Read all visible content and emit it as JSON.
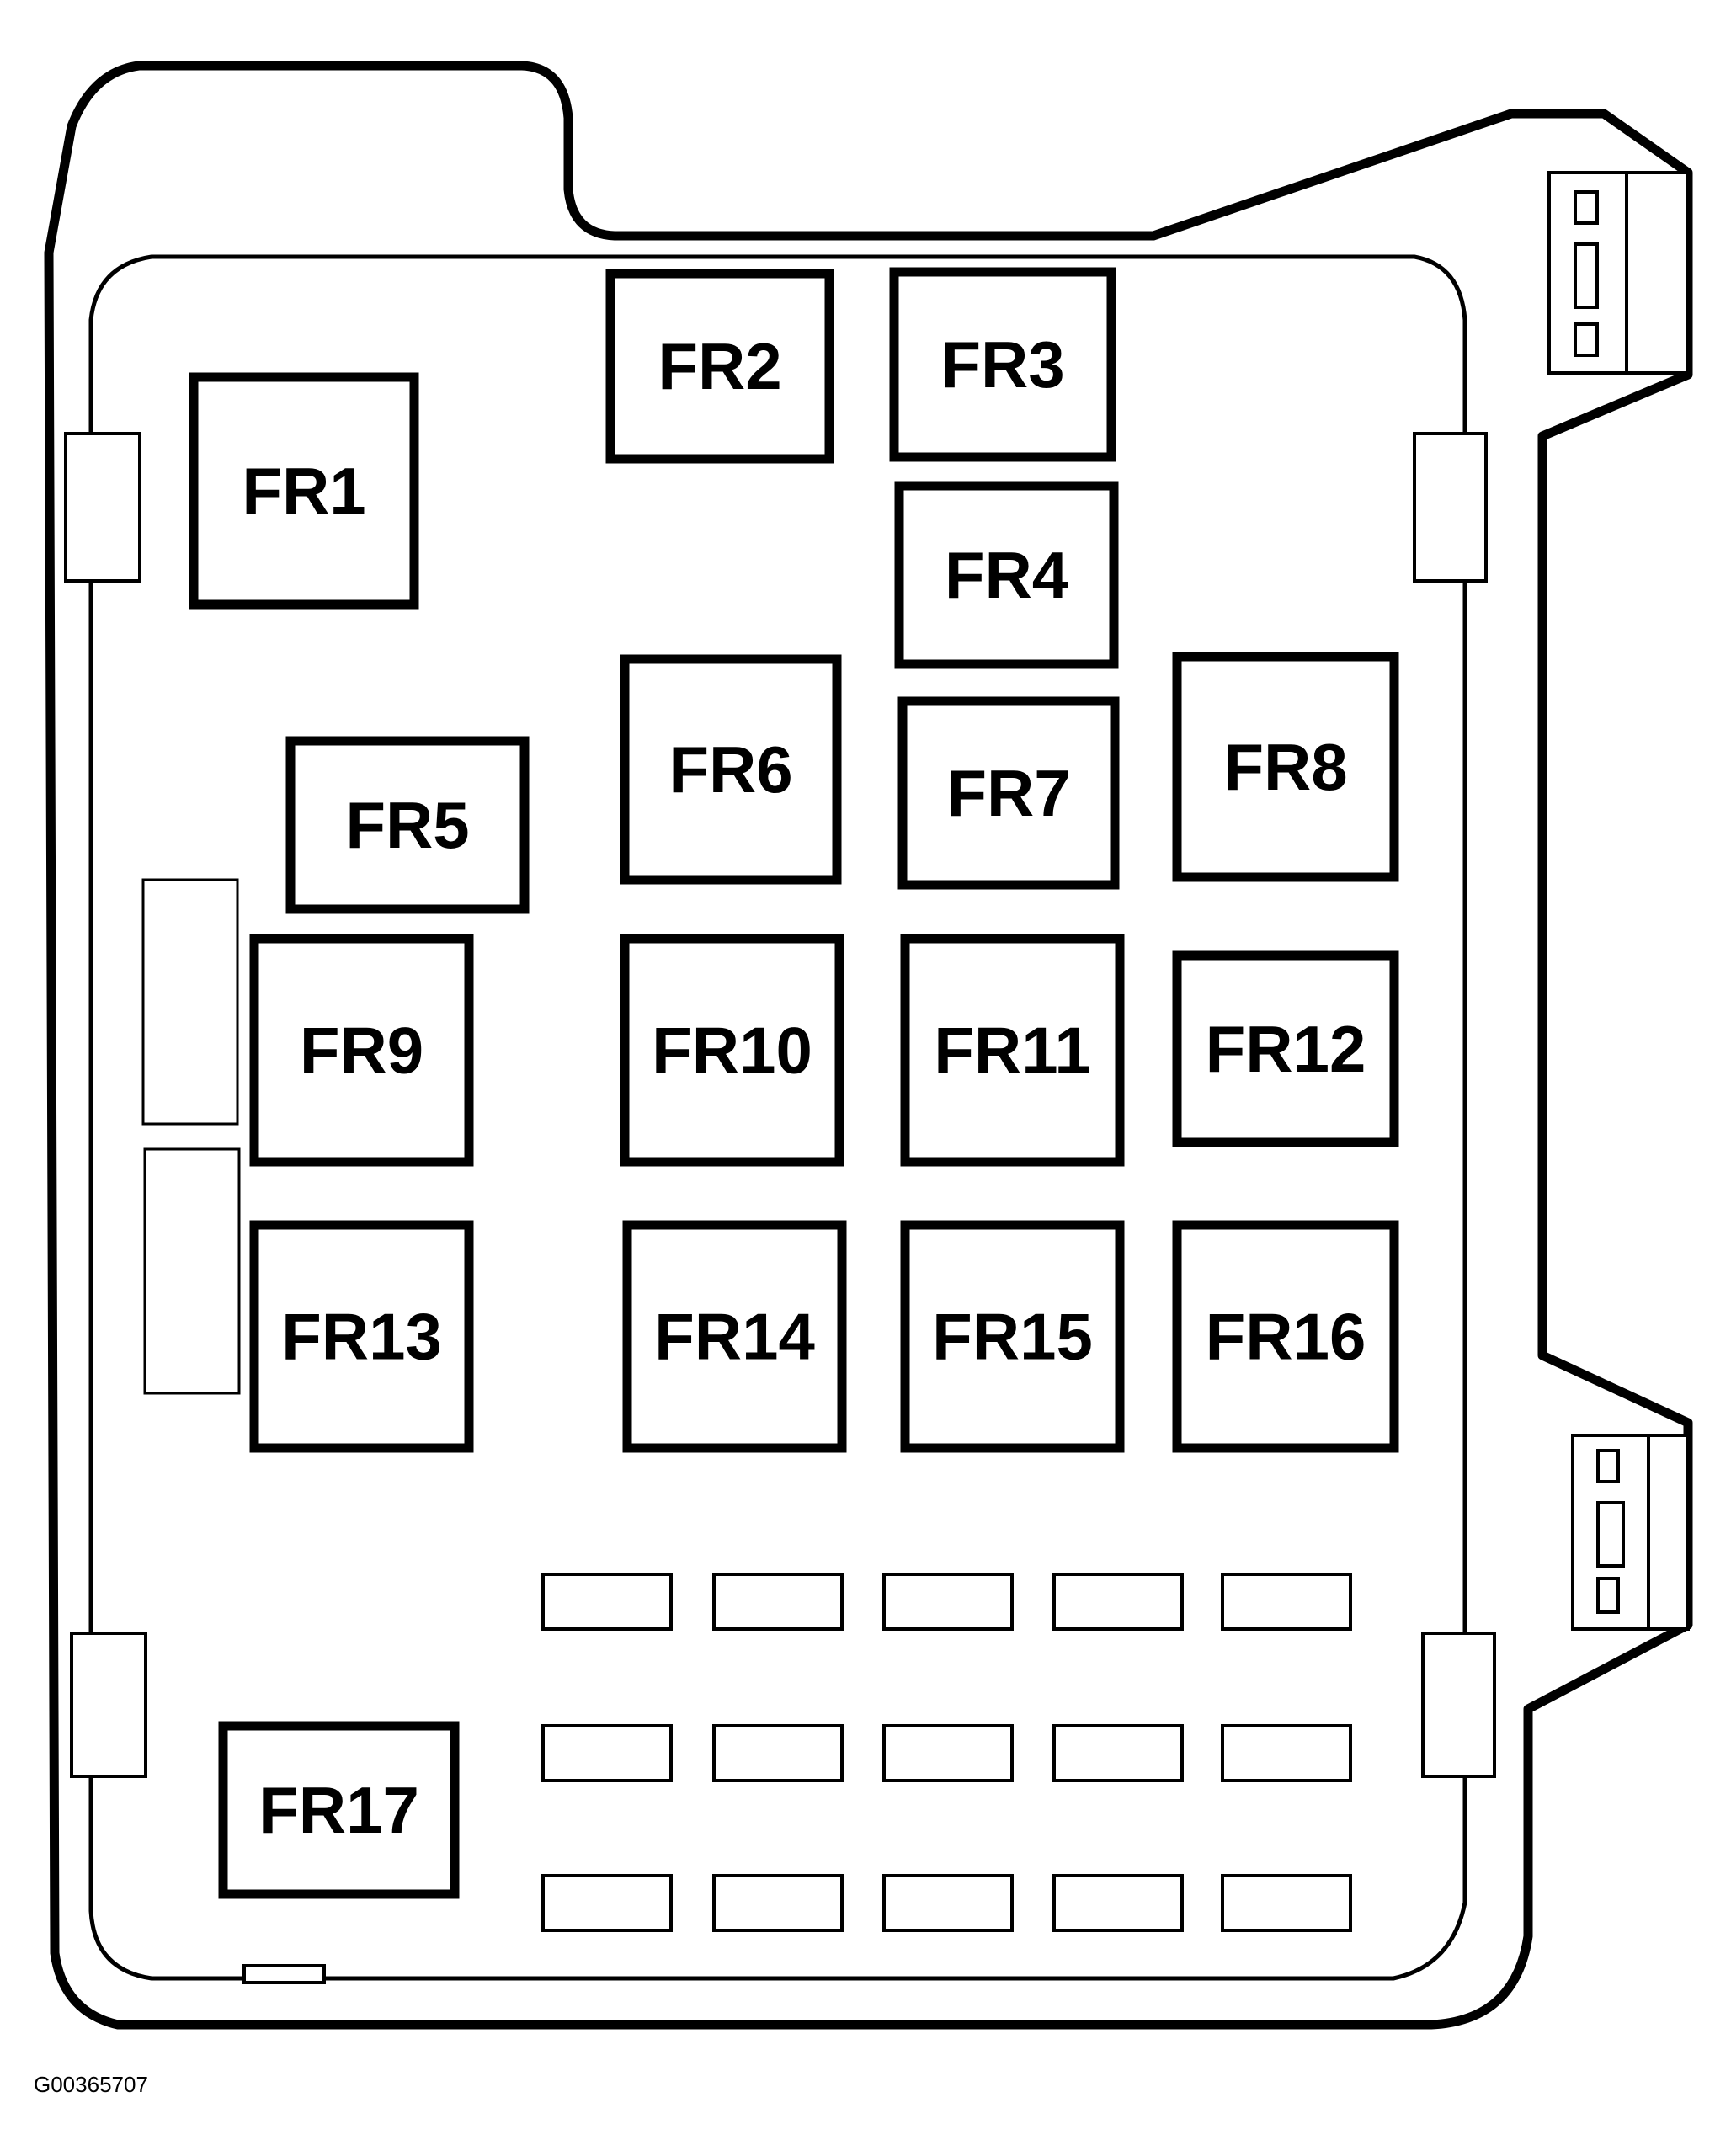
{
  "diagram": {
    "figure_code": "G00365707",
    "relays": [
      "FR1",
      "FR2",
      "FR3",
      "FR4",
      "FR5",
      "FR6",
      "FR7",
      "FR8",
      "FR9",
      "FR10",
      "FR11",
      "FR12",
      "FR13",
      "FR14",
      "FR15",
      "FR16",
      "FR17"
    ],
    "fuse_rows": 3,
    "fuses_per_row": 5
  }
}
